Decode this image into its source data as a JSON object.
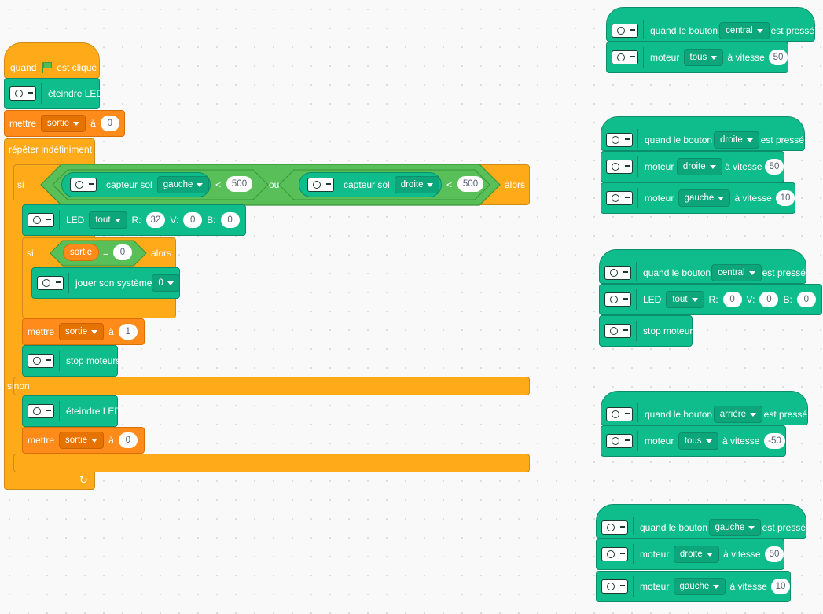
{
  "main_script": {
    "hat": {
      "label_when": "quand",
      "label_clicked": "est cliqué"
    },
    "led_off_1": {
      "label": "éteindre LED"
    },
    "set_1": {
      "label": "mettre",
      "variable": "sortie",
      "to": "à",
      "value": "0"
    },
    "forever": {
      "label": "répéter indéfiniment"
    },
    "if_main": {
      "label_if": "si",
      "or": "ou",
      "then": "alors",
      "left": {
        "label": "capteur sol",
        "side": "gauche",
        "op": "<",
        "value": "500"
      },
      "right": {
        "label": "capteur sol",
        "side": "droite",
        "op": "<",
        "value": "500"
      }
    },
    "led_set": {
      "label": "LED",
      "target": "tout",
      "r_label": "R:",
      "r": "32",
      "g_label": "V:",
      "g": "0",
      "b_label": "B:",
      "b": "0"
    },
    "if_inner": {
      "label_if": "si",
      "variable": "sortie",
      "op": "=",
      "value": "0",
      "then": "alors"
    },
    "play_sound": {
      "label": "jouer son système",
      "value": "0"
    },
    "set_2": {
      "label": "mettre",
      "variable": "sortie",
      "to": "à",
      "value": "1"
    },
    "stop_1": {
      "label": "stop moteurs"
    },
    "else": {
      "label": "sinon"
    },
    "led_off_2": {
      "label": "éteindre LED"
    },
    "set_3": {
      "label": "mettre",
      "variable": "sortie",
      "to": "à",
      "value": "0"
    }
  },
  "scripts": [
    {
      "hat": {
        "when": "quand le bouton",
        "button": "central",
        "pressed": "est pressé"
      },
      "rows": [
        {
          "label": "moteur",
          "motor": "tous",
          "speed_label": "à vitesse",
          "speed": "50"
        }
      ]
    },
    {
      "hat": {
        "when": "quand le bouton",
        "button": "droite",
        "pressed": "est pressé"
      },
      "rows": [
        {
          "label": "moteur",
          "motor": "droite",
          "speed_label": "à vitesse",
          "speed": "50"
        },
        {
          "label": "moteur",
          "motor": "gauche",
          "speed_label": "à vitesse",
          "speed": "10"
        }
      ]
    },
    {
      "hat": {
        "when": "quand le bouton",
        "button": "central",
        "pressed": "est pressé"
      },
      "led": {
        "label": "LED",
        "target": "tout",
        "r_label": "R:",
        "r": "0",
        "g_label": "V:",
        "g": "0",
        "b_label": "B:",
        "b": "0"
      },
      "stop": {
        "label": "stop moteurs"
      }
    },
    {
      "hat": {
        "when": "quand le bouton",
        "button": "arrière",
        "pressed": "est pressé"
      },
      "rows": [
        {
          "label": "moteur",
          "motor": "tous",
          "speed_label": "à vitesse",
          "speed": "-50"
        }
      ]
    },
    {
      "hat": {
        "when": "quand le bouton",
        "button": "gauche",
        "pressed": "est pressé"
      },
      "rows": [
        {
          "label": "moteur",
          "motor": "droite",
          "speed_label": "à vitesse",
          "speed": "50"
        },
        {
          "label": "moteur",
          "motor": "gauche",
          "speed_label": "à vitesse",
          "speed": "10"
        }
      ]
    }
  ],
  "colors": {
    "control": "#ffab19",
    "variables": "#ff8c1a",
    "extension": "#0fbd8c",
    "operators": "#59c059"
  },
  "icons": [
    "green-flag-icon",
    "robot-icon",
    "dropdown-caret-icon",
    "loop-arrow-icon"
  ]
}
